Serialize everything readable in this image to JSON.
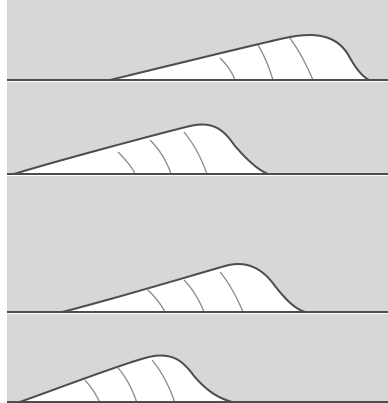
{
  "figure": {
    "description_text": "",
    "colors": {
      "page": "#ffffff",
      "panel_background": "#d6d7d8",
      "wave_fill": "#ffffff",
      "outline": "#4d4d4d",
      "internal_lines": "#8a8a8a"
    },
    "panels": [
      {
        "id": "panel-1",
        "order": 1,
        "wave_internal_lines": 3
      },
      {
        "id": "panel-2",
        "order": 2,
        "wave_internal_lines": 3
      },
      {
        "id": "panel-3",
        "order": 3,
        "wave_internal_lines": 3
      },
      {
        "id": "panel-4",
        "order": 4,
        "wave_internal_lines": 3
      }
    ]
  }
}
